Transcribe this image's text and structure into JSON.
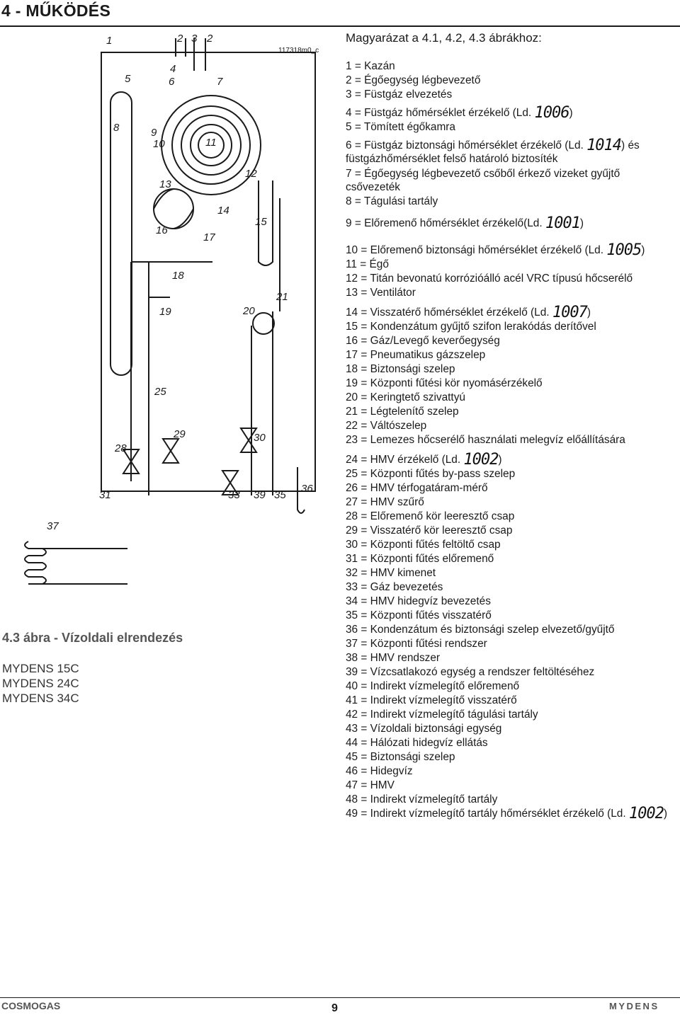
{
  "header": {
    "section_title": "4 - MŰKÖDÉS"
  },
  "figure": {
    "code": "117318m0_c",
    "caption": "4.3 ábra - Vízoldali elrendezés",
    "models": [
      "MYDENS 15C",
      "MYDENS 24C",
      "MYDENS 34C"
    ],
    "callouts": [
      "1",
      "2",
      "3",
      "2",
      "4",
      "5",
      "6",
      "7",
      "8",
      "9",
      "10",
      "11",
      "12",
      "13",
      "14",
      "15",
      "16",
      "17",
      "18",
      "19",
      "20",
      "21",
      "25",
      "28",
      "29",
      "30",
      "31",
      "33",
      "35",
      "36",
      "37",
      "39"
    ]
  },
  "legend": {
    "title": "Magyarázat a 4.1, 4.2, 4.3 ábrákhoz:",
    "items": [
      {
        "pre": "1 = Kazán"
      },
      {
        "pre": "2 = Égőegység légbevezető"
      },
      {
        "pre": "3 = Füstgáz elvezetés"
      },
      {
        "pre": "4 = Füstgáz hőmérséklet érzékelő (Ld. ",
        "code": "1006",
        "post": ")"
      },
      {
        "pre": "5 = Tömített égőkamra"
      },
      {
        "pre": "6 = Füstgáz biztonsági hőmérséklet érzékelő (Ld. ",
        "code": "1014",
        "post": ") és füstgázhőmérséklet felső határoló biztosíték"
      },
      {
        "pre": "7 = Égőegység légbevezető csőből érkező vizeket gyűjtő csővezeték"
      },
      {
        "pre": "8 = Tágulási tartály"
      },
      {
        "pre": "9 = Előremenő hőmérséklet érzékelő(Ld. ",
        "code": "1001",
        "post": ")"
      },
      {
        "pre": "10 = Előremenő biztonsági hőmérséklet érzékelő (Ld. ",
        "code": "1005",
        "post": ")"
      },
      {
        "pre": "11 = Égő"
      },
      {
        "pre": "12 = Titán bevonatú korrózióálló acél VRC típusú hőcserélő"
      },
      {
        "pre": "13 = Ventilátor"
      },
      {
        "pre": "14 = Visszatérő hőmérséklet érzékelő (Ld. ",
        "code": "1007",
        "post": ")"
      },
      {
        "pre": "15 = Kondenzátum gyűjtő szifon lerakódás derítővel"
      },
      {
        "pre": "16 = Gáz/Levegő keverőegység"
      },
      {
        "pre": "17 = Pneumatikus gázszelep"
      },
      {
        "pre": "18 = Biztonsági szelep"
      },
      {
        "pre": "19 = Központi fűtési kör nyomásérzékelő"
      },
      {
        "pre": "20 = Keringtető szivattyú"
      },
      {
        "pre": "21 = Légtelenítő szelep"
      },
      {
        "pre": "22 = Váltószelep"
      },
      {
        "pre": "23 = Lemezes hőcserélő használati melegvíz előállítására"
      },
      {
        "pre": "24 = HMV érzékelő (Ld. ",
        "code": "1002",
        "post": ")"
      },
      {
        "pre": "25 = Központi fűtés by-pass szelep"
      },
      {
        "pre": "26 = HMV térfogatáram-mérő"
      },
      {
        "pre": "27 = HMV szűrő"
      },
      {
        "pre": "28 = Előremenő kör leeresztő csap"
      },
      {
        "pre": "29 = Visszatérő kör leeresztő csap"
      },
      {
        "pre": "30 = Központi fűtés feltöltő csap"
      },
      {
        "pre": "31 = Központi fűtés előremenő"
      },
      {
        "pre": "32 = HMV kimenet"
      },
      {
        "pre": "33 = Gáz bevezetés"
      },
      {
        "pre": "34 = HMV hidegvíz bevezetés"
      },
      {
        "pre": "35 = Központi fűtés visszatérő"
      },
      {
        "pre": "36 = Kondenzátum és biztonsági szelep elvezető/gyűjtő"
      },
      {
        "pre": "37 = Központi fűtési rendszer"
      },
      {
        "pre": "38 = HMV rendszer"
      },
      {
        "pre": "39 = Vízcsatlakozó egység a rendszer feltöltéséhez"
      },
      {
        "pre": "40 = Indirekt vízmelegítő előremenő"
      },
      {
        "pre": "41 = Indirekt vízmelegítő visszatérő"
      },
      {
        "pre": "42 = Indirekt vízmelegítő tágulási tartály"
      },
      {
        "pre": "43 = Vízoldali biztonsági egység"
      },
      {
        "pre": "44 = Hálózati hidegvíz ellátás"
      },
      {
        "pre": "45 = Biztonsági szelep"
      },
      {
        "pre": "46 = Hidegvíz"
      },
      {
        "pre": "47 = HMV"
      },
      {
        "pre": "48 = Indirekt vízmelegítő tartály"
      },
      {
        "pre": "49 = Indirekt vízmelegítő tartály hőmérséklet érzékelő (Ld. ",
        "code": "1002",
        "post": ")"
      }
    ]
  },
  "footer": {
    "brand": "COSMOGAS",
    "page": "9",
    "logo": "MYDENS"
  }
}
